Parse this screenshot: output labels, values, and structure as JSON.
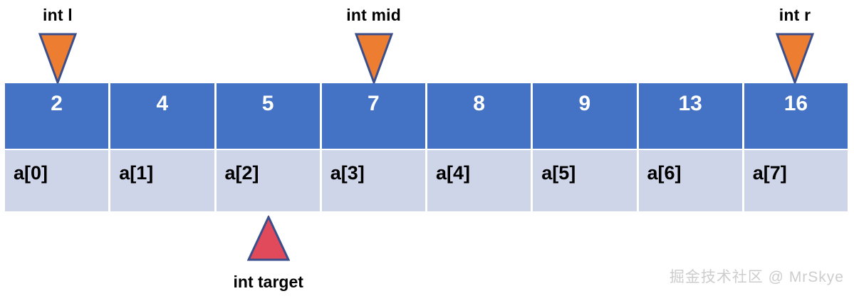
{
  "diagram": {
    "title": "binary-search-array-pointers",
    "array": {
      "values": [
        "2",
        "4",
        "5",
        "7",
        "8",
        "9",
        "13",
        "16"
      ],
      "indices": [
        "a[0]",
        "a[1]",
        "a[2]",
        "a[3]",
        "a[4]",
        "a[5]",
        "a[6]",
        "a[7]"
      ]
    },
    "pointers": [
      {
        "label": "int l",
        "points_to_index": 0,
        "direction": "down",
        "color": "#ED7D31"
      },
      {
        "label": "int mid",
        "points_to_index": 3,
        "direction": "down",
        "color": "#ED7D31"
      },
      {
        "label": "int r",
        "points_to_index": 7,
        "direction": "down",
        "color": "#ED7D31"
      }
    ],
    "target_marker": {
      "label": "int target",
      "points_to_index": 2,
      "direction": "up",
      "color": "#E04A5A"
    },
    "colors": {
      "cell_value_bg": "#4472C4",
      "cell_value_text": "#FFFFFF",
      "cell_index_bg": "#CFD5E9",
      "cell_index_text": "#000000",
      "pointer_fill": "#ED7D31",
      "pointer_stroke": "#3A4E8C",
      "target_fill": "#E04A5A",
      "target_stroke": "#3A4E8C",
      "watermark_text": "#CDCDCD"
    },
    "watermark": "掘金技术社区 @ MrSkye"
  }
}
